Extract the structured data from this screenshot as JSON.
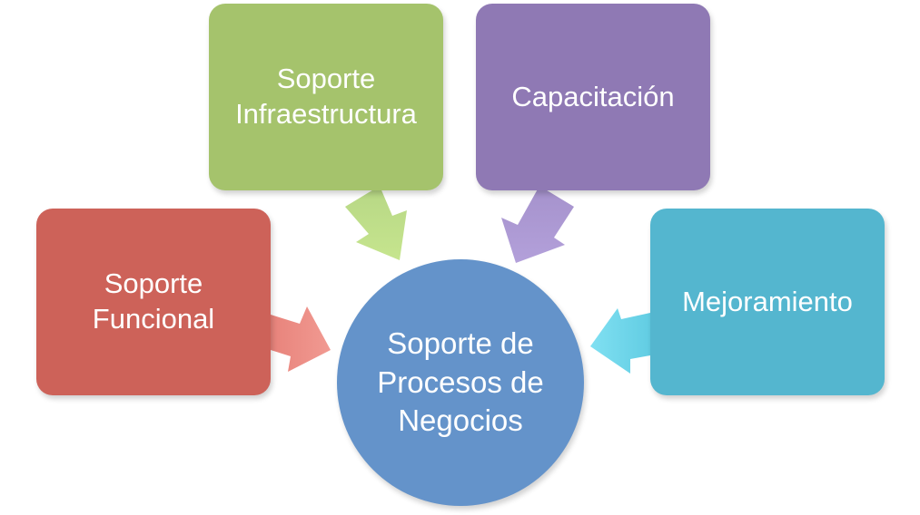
{
  "diagram": {
    "center": {
      "label": "Soporte de Procesos de Negocios",
      "color": "#6493ca"
    },
    "nodes": [
      {
        "label": "Soporte Funcional",
        "color": "#cd6259"
      },
      {
        "label": "Soporte Infraestructura",
        "color": "#a5c36c"
      },
      {
        "label": "Capacitación",
        "color": "#8f79b4"
      },
      {
        "label": "Mejoramiento",
        "color": "#54b6cf"
      }
    ]
  }
}
